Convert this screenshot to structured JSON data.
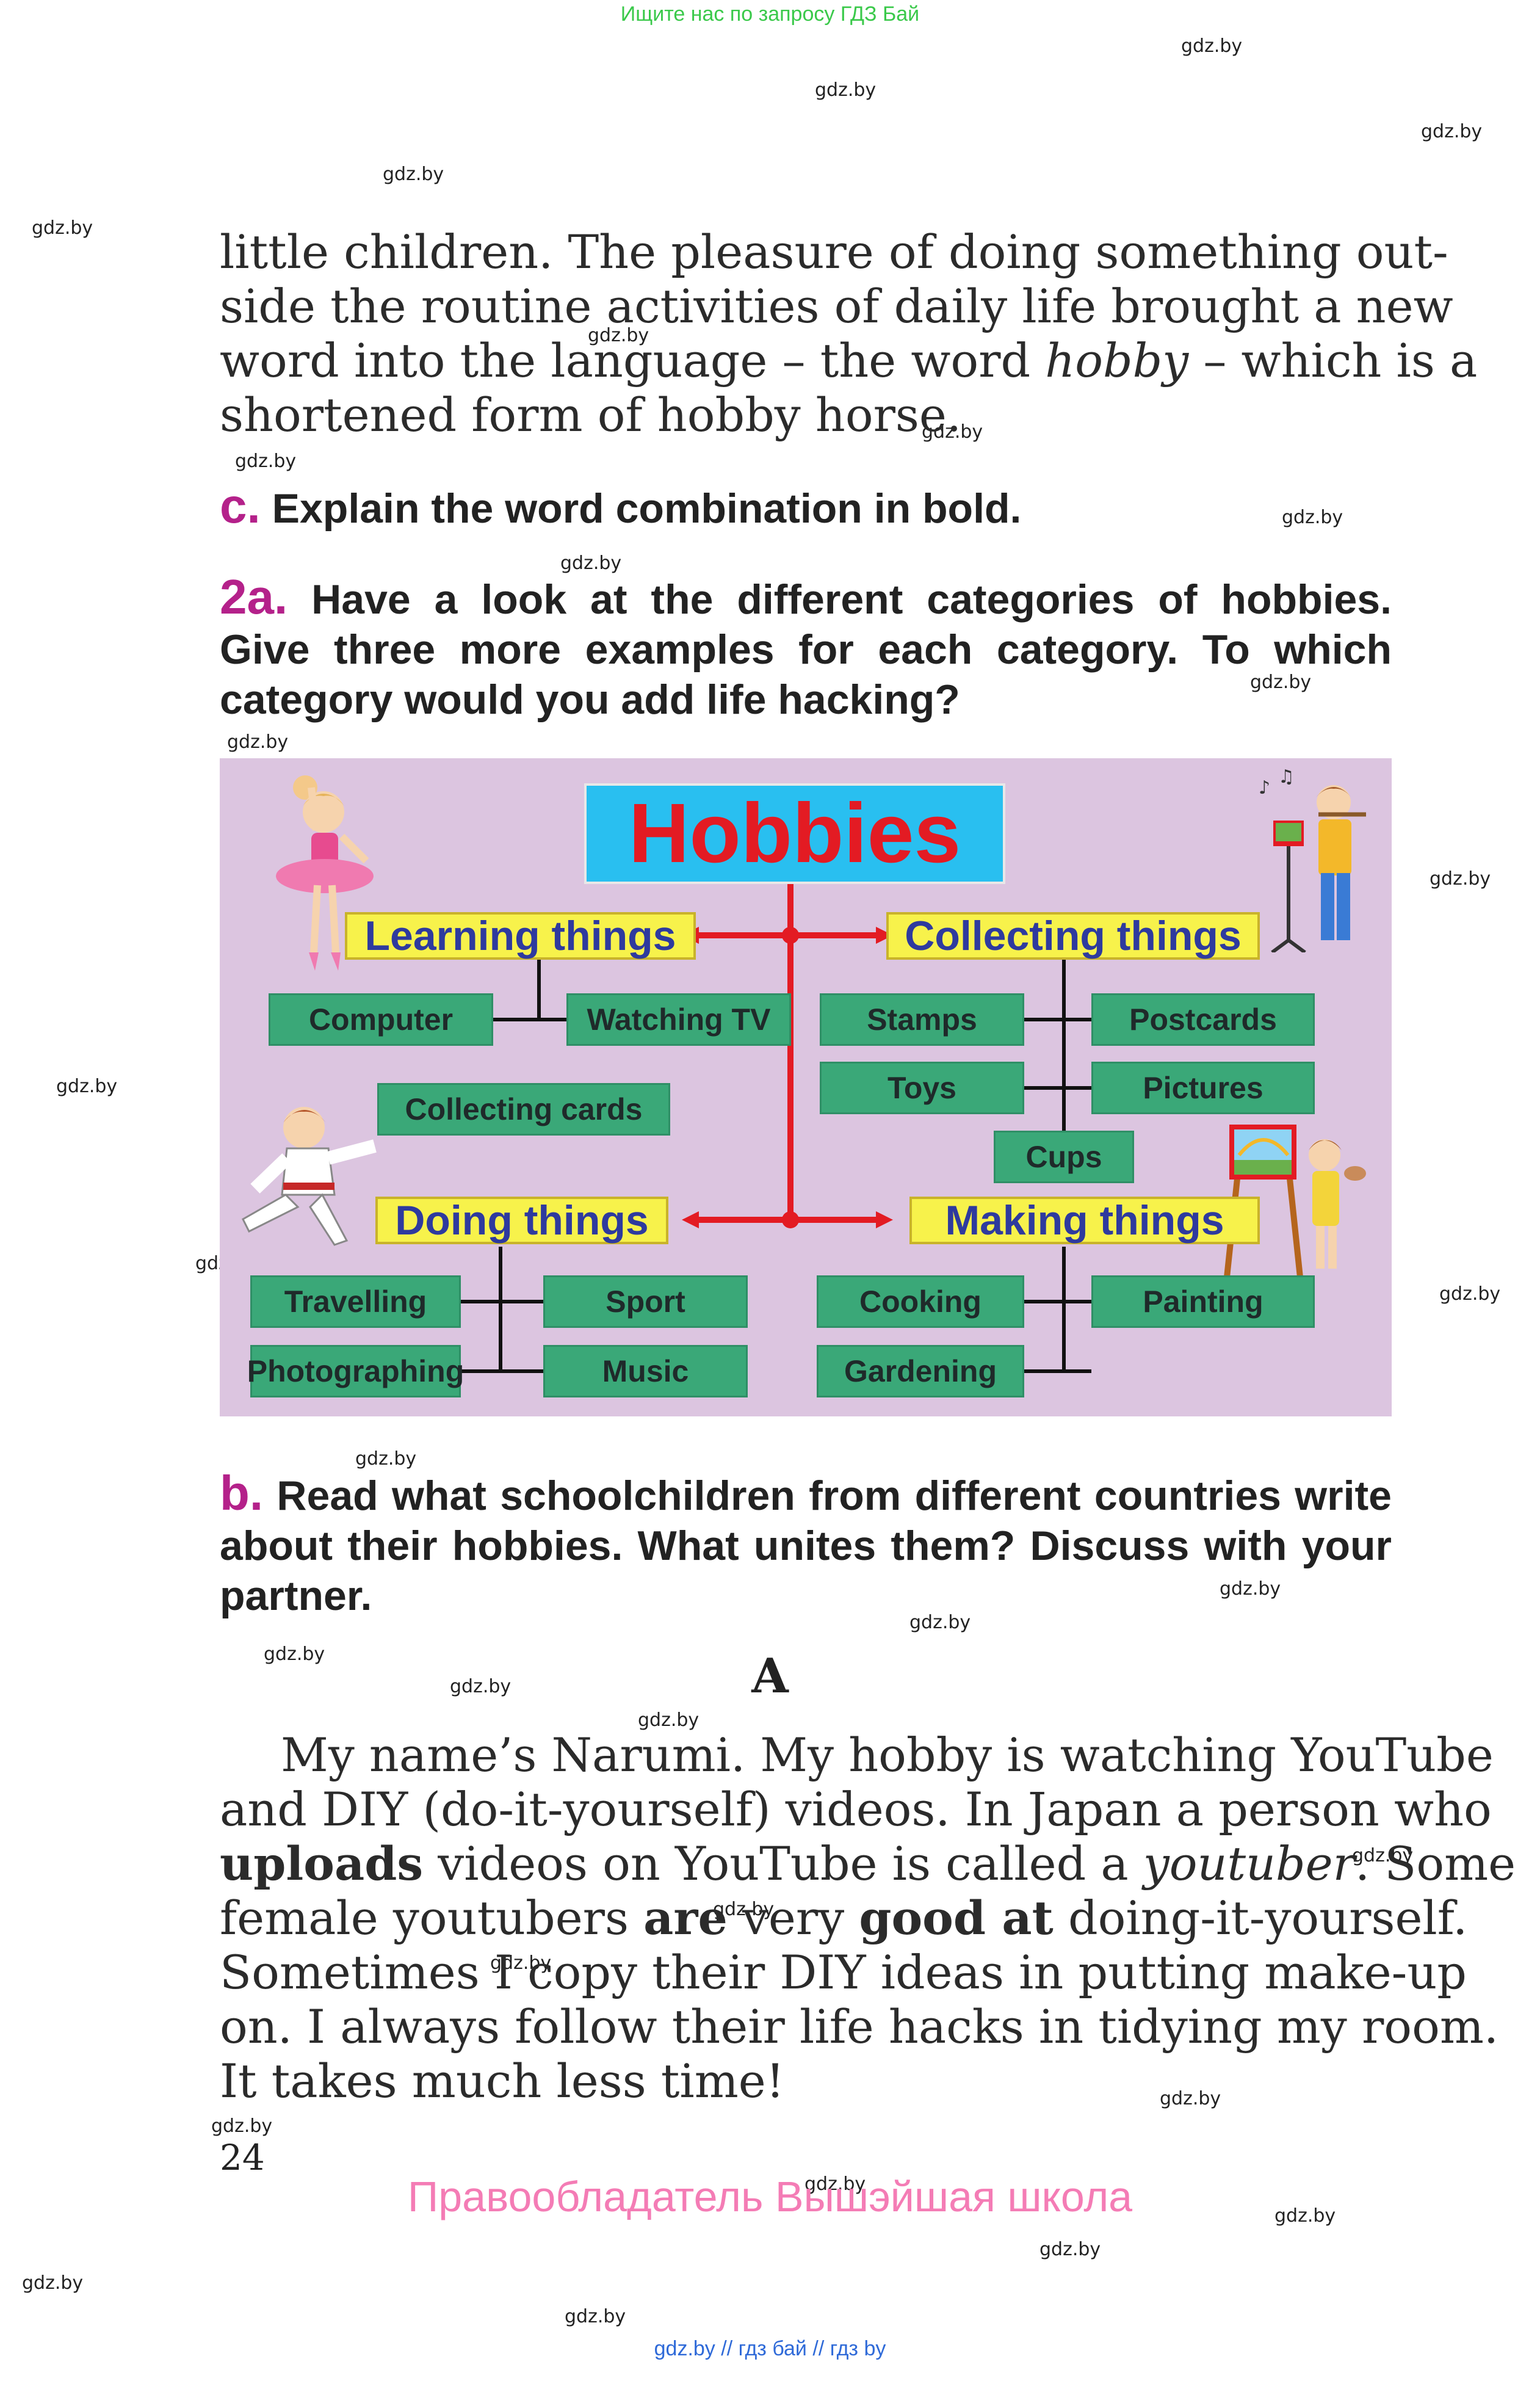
{
  "top_note": "Ищите нас по запросу ГДЗ Бай",
  "watermark": "gdz.by",
  "intro_lines": [
    "little children. The pleasure of doing something out-",
    "side the routine activities of daily life brought a new"
  ],
  "intro_line3": {
    "before": "word into the language – the word ",
    "italic": "hobby",
    "after": " – which is a"
  },
  "intro_line4": "shortened form of hobby horse.",
  "task_c": {
    "num": "c.",
    "text": "Explain the word combination in bold."
  },
  "task_2a": {
    "num": "2a.",
    "line1": "Have a look at the different categories of hobbies.",
    "line2": "Give three more examples for each category. To which",
    "line3": "category would you add life hacking?"
  },
  "diagram": {
    "title": "Hobbies",
    "categories": {
      "learning": "Learning things",
      "collecting": "Collecting things",
      "doing": "Doing things",
      "making": "Making things"
    },
    "learning_items": [
      "Computer",
      "Watching TV",
      "Collecting cards"
    ],
    "collecting_items": [
      "Stamps",
      "Postcards",
      "Toys",
      "Pictures",
      "Cups"
    ],
    "doing_items": [
      "Travelling",
      "Sport",
      "Photographing",
      "Music"
    ],
    "making_items": [
      "Cooking",
      "Painting",
      "Gardening"
    ],
    "colors": {
      "background": "#dcc5e0",
      "connector": "#e31b23",
      "category_fill": "#f7f24b",
      "item_fill": "#3aa878",
      "title_fill": "#29bff0"
    }
  },
  "task_b": {
    "num": "b.",
    "line1": "Read what schoolchildren from different countries write",
    "line2": "about their hobbies. What unites them? Discuss with your",
    "line3": "partner."
  },
  "section_letter": "A",
  "story": {
    "l1": "My name’s Narumi. My hobby is watching YouTube",
    "l2": "and DIY (do-it-yourself) videos. In Japan a person who",
    "l3_bold": "uploads",
    "l3_mid": " videos on YouTube is called a ",
    "l3_italic": "youtuber",
    "l3_end": ". Some",
    "l4_a": "female youtubers ",
    "l4_bold1": "are",
    "l4_b": " very ",
    "l4_bold2": "good at",
    "l4_c": " doing-it-yourself.",
    "l5": "Sometimes I copy their DIY ideas in putting make-up",
    "l6": "on. I always follow their life hacks in tidying my room.",
    "l7": "It takes much less time!"
  },
  "page_number": "24",
  "rights_holder": "Правообладатель Вышэйшая школа",
  "footer": "gdz.by  //  гдз бай  //  гдз by"
}
